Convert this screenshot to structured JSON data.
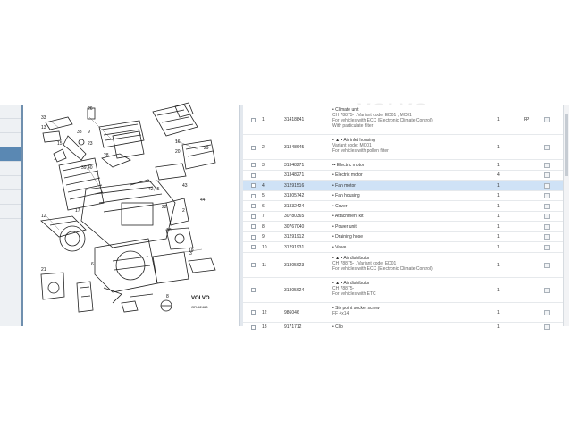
{
  "diagram": {
    "labels": [
      "33",
      "13",
      "15",
      "26",
      "9",
      "38",
      "23",
      "28",
      "16",
      "1",
      "20",
      "29",
      "39,40",
      "43",
      "42,45",
      "22",
      "12",
      "2",
      "17",
      "44",
      "18",
      "3",
      "19",
      "21",
      "6",
      "8"
    ],
    "logo": "VOLVO",
    "code": "GR-42463"
  },
  "rows": [
    {
      "pos": "1",
      "part": "31418841",
      "desc": [
        "• Climate unit",
        "CH 78875- . Variant code: ED01 , MC01",
        "For vehicles with ECC (Electronic Climate Control)",
        "With particulate filter"
      ],
      "qty": "1",
      "extra": "FP"
    },
    {
      "pos": "2",
      "part": "31348645",
      "desc": [
        "• ▲ • Air inlet housing",
        "Variant code: MC01",
        "For vehicles with pollen filter"
      ],
      "qty": "1",
      "extra": ""
    },
    {
      "pos": "3",
      "part": "31348271",
      "desc": [
        "•• Electric motor"
      ],
      "qty": "1",
      "extra": ""
    },
    {
      "pos": "",
      "part": "31348271",
      "desc": [
        "• Electric motor"
      ],
      "qty": "4",
      "extra": ""
    },
    {
      "pos": "4",
      "part": "31291516",
      "desc": [
        "• Fan motor"
      ],
      "qty": "1",
      "extra": ""
    },
    {
      "pos": "5",
      "part": "31305742",
      "desc": [
        "• Fan housing"
      ],
      "qty": "1",
      "extra": ""
    },
    {
      "pos": "6",
      "part": "31332424",
      "desc": [
        "• Cover"
      ],
      "qty": "1",
      "extra": ""
    },
    {
      "pos": "7",
      "part": "30780365",
      "desc": [
        "• Attachment kit"
      ],
      "qty": "1",
      "extra": ""
    },
    {
      "pos": "8",
      "part": "30767040",
      "desc": [
        "• Power unit"
      ],
      "qty": "1",
      "extra": ""
    },
    {
      "pos": "9",
      "part": "31291912",
      "desc": [
        "• Draining hose"
      ],
      "qty": "1",
      "extra": ""
    },
    {
      "pos": "10",
      "part": "31291931",
      "desc": [
        "• Valve"
      ],
      "qty": "1",
      "extra": ""
    },
    {
      "pos": "11",
      "part": "31305623",
      "desc": [
        "• ▲ • Air distributor",
        "CH 78875- . Variant code: ED01",
        "For vehicles with ECC (Electronic Climate Control)"
      ],
      "qty": "1",
      "extra": ""
    },
    {
      "pos": "",
      "part": "31305624",
      "desc": [
        "• ▲ • Air distributor",
        "CH 78875-",
        "For vehicles with ETC"
      ],
      "qty": "1",
      "extra": ""
    },
    {
      "pos": "12",
      "part": "986046",
      "desc": [
        "• Six point socket screw",
        "FF 4x14"
      ],
      "qty": "1",
      "extra": ""
    },
    {
      "pos": "13",
      "part": "9171712",
      "desc": [
        "• Clip"
      ],
      "qty": "1",
      "extra": ""
    }
  ],
  "selected_row": 4,
  "watermark": "VOLVO",
  "colors": {
    "selected": "#cfe2f6",
    "rail_active": "#5a88b3"
  }
}
